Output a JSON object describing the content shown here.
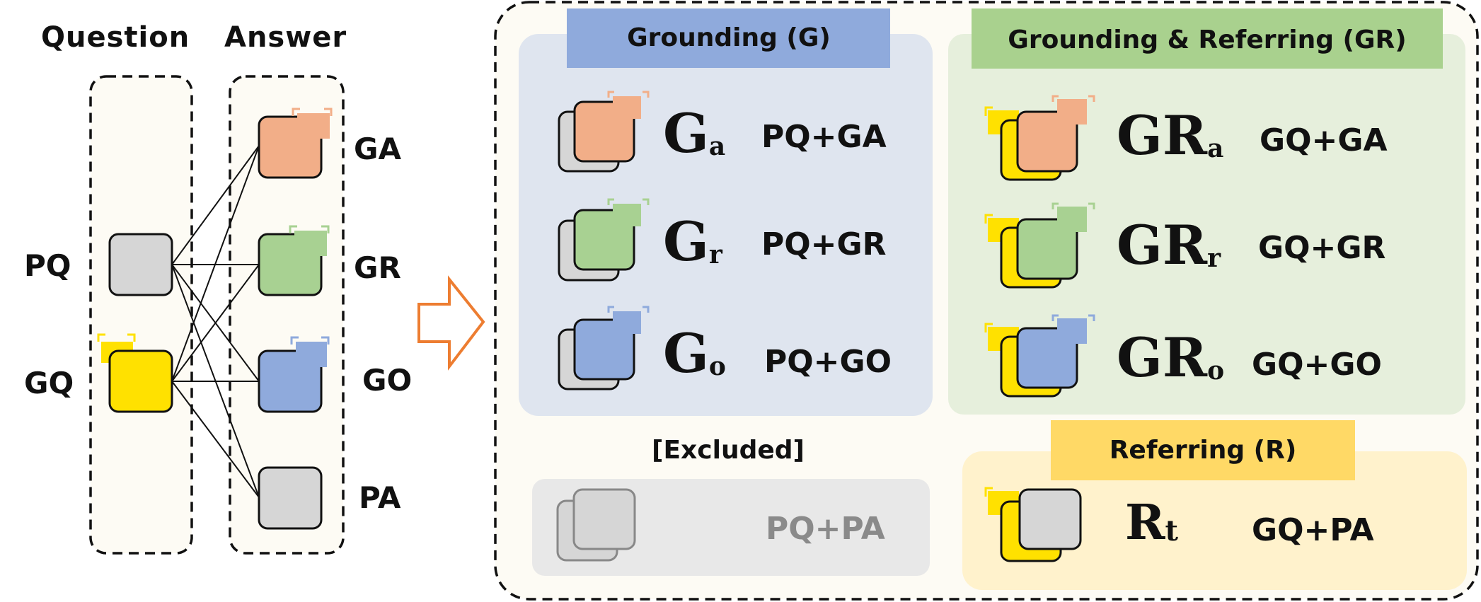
{
  "left_panel": {
    "question_heading": "Question",
    "answer_heading": "Answer",
    "questions": [
      {
        "code": "PQ",
        "color": "#d6d6d6",
        "bracketed": false
      },
      {
        "code": "GQ",
        "color": "#ffe100",
        "bracketed": true
      }
    ],
    "answers": [
      {
        "code": "GA",
        "color": "#f2ae88"
      },
      {
        "code": "GR",
        "color": "#a8d192"
      },
      {
        "code": "GO",
        "color": "#8faadc"
      },
      {
        "code": "PA",
        "color": "#d6d6d6"
      }
    ],
    "arrow_color": "#ed7d31"
  },
  "groups": {
    "grounding": {
      "title": "Grounding (G)",
      "title_color": "#8faadc",
      "bg_color": "#dfe5ef",
      "rows": [
        {
          "symbol": "G",
          "sub": "a",
          "combo": "PQ+GA",
          "answer_color": "#f2ae88"
        },
        {
          "symbol": "G",
          "sub": "r",
          "combo": "PQ+GR",
          "answer_color": "#a8d192"
        },
        {
          "symbol": "G",
          "sub": "o",
          "combo": "PQ+GO",
          "answer_color": "#8faadc"
        }
      ]
    },
    "grounding_referring": {
      "title": "Grounding & Referring (GR)",
      "title_color": "#a9d18e",
      "bg_color": "#e6efdc",
      "rows": [
        {
          "symbol": "GR",
          "sub": "a",
          "combo": "GQ+GA",
          "answer_color": "#f2ae88"
        },
        {
          "symbol": "GR",
          "sub": "r",
          "combo": "GQ+GR",
          "answer_color": "#a8d192"
        },
        {
          "symbol": "GR",
          "sub": "o",
          "combo": "GQ+GO",
          "answer_color": "#8faadc"
        }
      ]
    },
    "excluded": {
      "title": "[Excluded]",
      "bg_color": "#e8e8e8",
      "combo": "PQ+PA"
    },
    "referring": {
      "title": "Referring (R)",
      "title_color": "#ffd966",
      "bg_color": "#fff2cc",
      "symbol": "R",
      "sub": "t",
      "combo": "GQ+PA"
    }
  }
}
